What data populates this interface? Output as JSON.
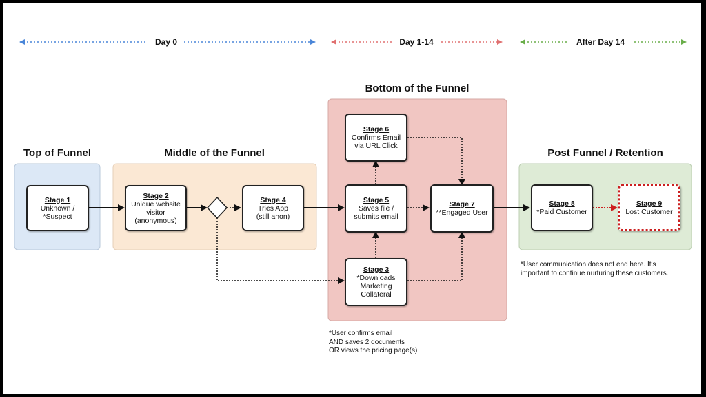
{
  "timeline": [
    {
      "label": "Day 0",
      "color": "#4a86d8"
    },
    {
      "label": "Day 1-14",
      "color": "#e07070"
    },
    {
      "label": "After Day 14",
      "color": "#6aae4a"
    }
  ],
  "zones": {
    "top": {
      "title": "Top of Funnel",
      "color": "#dce8f6"
    },
    "middle": {
      "title": "Middle of the Funnel",
      "color": "#fbe8d4"
    },
    "bottom": {
      "title": "Bottom of the Funnel",
      "color": "#f1c6c2"
    },
    "post": {
      "title": "Post Funnel / Retention",
      "color": "#deebd6"
    }
  },
  "stages": {
    "s1": {
      "stage": "Stage 1",
      "desc": "Unknown /\n*Suspect"
    },
    "s2": {
      "stage": "Stage 2",
      "desc": "Unique website\nvisitor\n(anonymous)"
    },
    "s4": {
      "stage": "Stage 4",
      "desc": "Tries App\n(still anon)"
    },
    "s6": {
      "stage": "Stage 6",
      "desc": "Confirms Email\nvia URL Click"
    },
    "s5": {
      "stage": "Stage 5",
      "desc": "Saves file /\nsubmits email"
    },
    "s3": {
      "stage": "Stage 3",
      "desc": "*Downloads\nMarketing\nCollateral"
    },
    "s7": {
      "stage": "Stage 7",
      "desc": "**Engaged  User"
    },
    "s8": {
      "stage": "Stage 8",
      "desc": "*Paid Customer"
    },
    "s9": {
      "stage": "Stage 9",
      "desc": "Lost Customer"
    }
  },
  "notes": {
    "engaged": "*User confirms email\nAND saves 2 documents\nOR views the pricing page(s)",
    "retention": "*User communication does not end here. It's\nimportant to continue nurturing these customers."
  },
  "colors": {
    "lost_arrow": "#cc1f1f",
    "line": "#111111"
  }
}
